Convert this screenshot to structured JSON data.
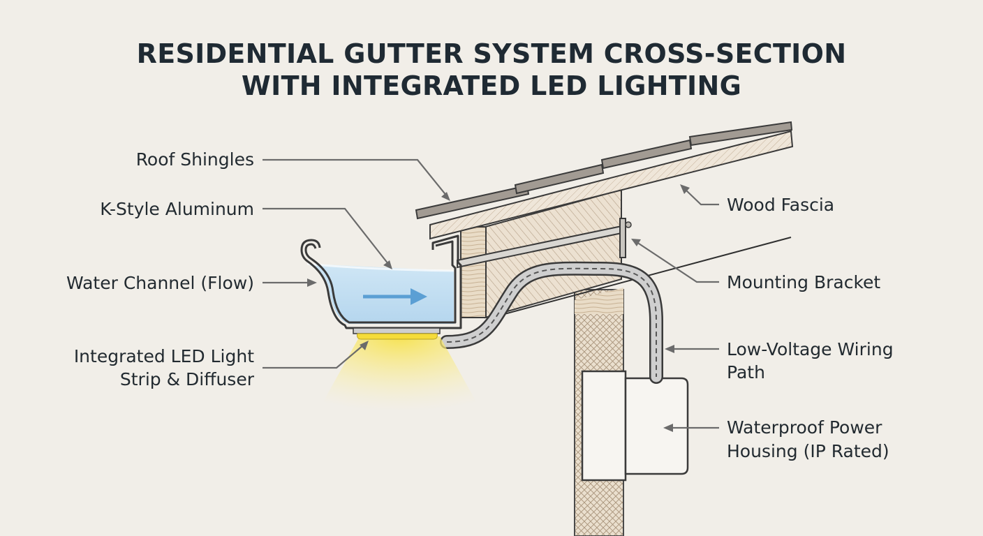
{
  "title": {
    "line1": "RESIDENTIAL GUTTER SYSTEM CROSS-SECTION",
    "line2": "WITH INTEGRATED LED LIGHTING"
  },
  "labels": {
    "roof_shingles": "Roof Shingles",
    "k_style_aluminum": "K-Style  Aluminum",
    "water_channel": "Water Channel (Flow)",
    "led_strip_line1": "Integrated LED Light",
    "led_strip_line2": "Strip & Diffuser",
    "wood_fascia": "Wood Fascia",
    "mounting_bracket": "Mounting Bracket",
    "wiring_line1": "Low-Voltage Wiring",
    "wiring_line2": "Path",
    "housing_line1": "Waterproof Power",
    "housing_line2": "Housing (IP Rated)"
  },
  "colors": {
    "background": "#f1eee8",
    "water": "#bfdcef",
    "flow_arrow": "#5b9fd4",
    "led_glow": "#f7e55a",
    "wood": "#e8dccb",
    "metal": "#555a5e"
  }
}
